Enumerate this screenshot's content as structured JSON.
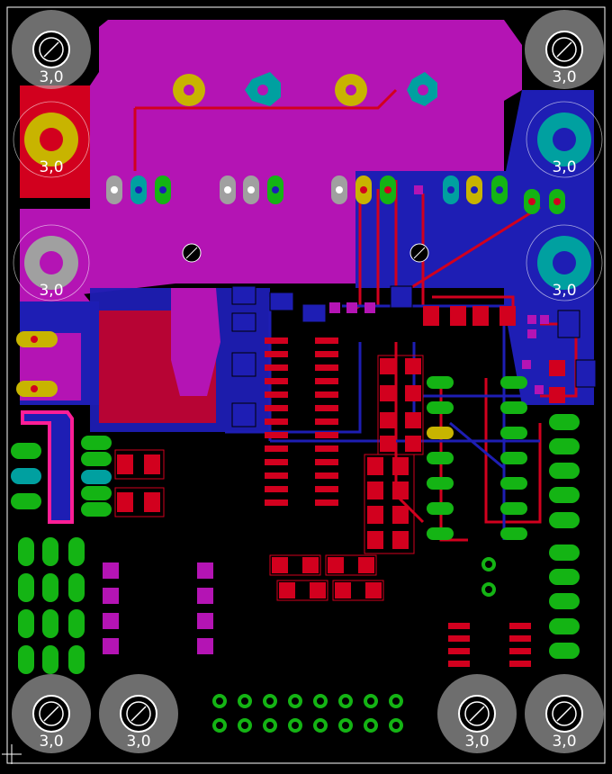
{
  "view": {
    "type": "pcb-layout",
    "layers": [
      "top-copper",
      "bottom-copper",
      "silkscreen",
      "drills"
    ],
    "colors": {
      "background": "#000000",
      "top_copper": "#d2001e",
      "bottom_copper": "#1e1eb4",
      "pour_overlap": "#b414b4",
      "pad_green": "#14b414",
      "pad_yellow": "#c8b400",
      "pad_cyan": "#00a0a0",
      "pad_grey": "#a0a0a0",
      "silk_outline": "#ffffff",
      "highlight_pink": "#ff1e96"
    }
  },
  "hole_labels": [
    "3,0",
    "3,0",
    "3,0",
    "3,0",
    "3,0",
    "3,0",
    "3,0",
    "3,0",
    "3,0",
    "3,0"
  ],
  "icons": [
    "mounting-hole-icon",
    "origin-crosshair-icon",
    "via-icon"
  ]
}
